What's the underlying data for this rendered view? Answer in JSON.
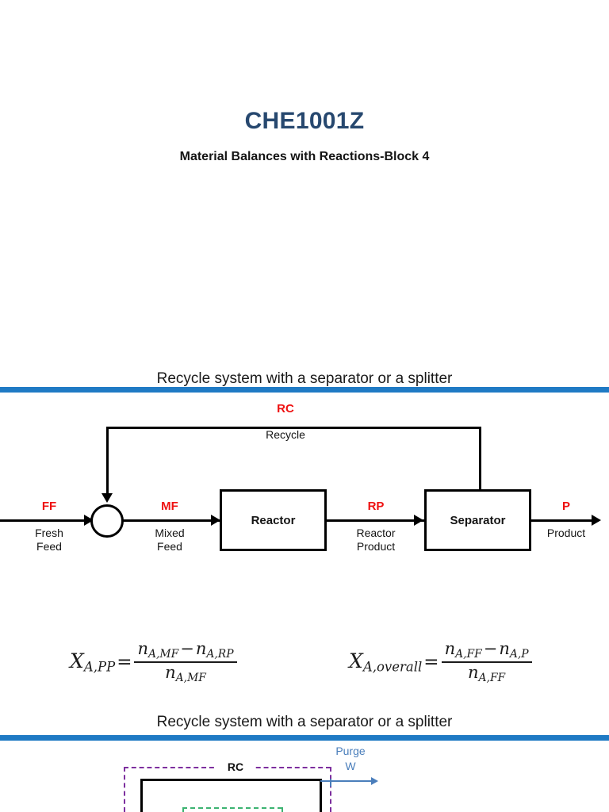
{
  "deck": {
    "title": "CHE1001Z",
    "subtitle": "Material Balances with Reactions-Block 4",
    "title_color": "#27486F",
    "rule_color": "#1F7AC4",
    "accent_red": "#EE1111",
    "purge_blue": "#4A7EBB",
    "boundary_purple": "#7D2F9E",
    "boundary_green": "#3CB371"
  },
  "section_one": {
    "heading": "Recycle system with a separator or a splitter",
    "diagram": {
      "recycle_code": "RC",
      "recycle_name": "Recycle",
      "units": [
        {
          "label": "Reactor"
        },
        {
          "label": "Separator"
        }
      ],
      "streams": [
        {
          "code": "FF",
          "name": "Fresh\nFeed"
        },
        {
          "code": "MF",
          "name": "Mixed\nFeed"
        },
        {
          "code": "RP",
          "name": "Reactor\nProduct"
        },
        {
          "code": "P",
          "name": "Product"
        }
      ],
      "stream_fresh_feed_code": "FF",
      "stream_fresh_feed_line1": "Fresh",
      "stream_fresh_feed_line2": "Feed",
      "stream_mixed_feed_code": "MF",
      "stream_mixed_feed_line1": "Mixed",
      "stream_mixed_feed_line2": "Feed",
      "stream_reactor_product_code": "RP",
      "stream_reactor_product_line1": "Reactor",
      "stream_reactor_product_line2": "Product",
      "stream_product_code": "P",
      "stream_product_line1": "Product",
      "unit_reactor": "Reactor",
      "unit_separator": "Separator"
    },
    "equations": {
      "single_pass": {
        "lhs_var": "X",
        "lhs_sub": "A,PP",
        "equals": "=",
        "num_first_var": "n",
        "num_first_sub": "A,MF",
        "num_operator": "−",
        "num_second_var": "n",
        "num_second_sub": "A,RP",
        "den_var": "n",
        "den_sub": "A,MF"
      },
      "overall": {
        "lhs_var": "X",
        "lhs_sub": "A,overall",
        "equals": "=",
        "num_first_var": "n",
        "num_first_sub": "A,FF",
        "num_operator": "−",
        "num_second_var": "n",
        "num_second_sub": "A,P",
        "den_var": "n",
        "den_sub": "A,FF"
      }
    }
  },
  "section_two": {
    "heading": "Recycle system with a separator or a splitter",
    "diagram": {
      "recycle_code": "RC",
      "purge_line1": "Purge",
      "purge_line2": "W"
    }
  }
}
